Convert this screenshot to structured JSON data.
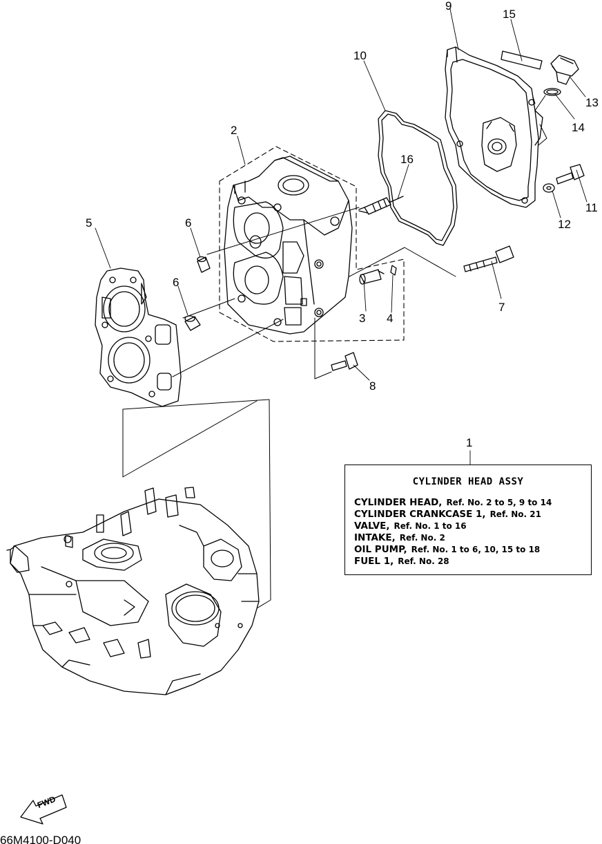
{
  "callouts": [
    "1",
    "2",
    "3",
    "4",
    "5",
    "6",
    "6",
    "7",
    "8",
    "9",
    "10",
    "11",
    "12",
    "13",
    "14",
    "15",
    "16"
  ],
  "legend": {
    "title": "CYLINDER HEAD ASSY",
    "rows": [
      {
        "bold": "CYLINDER HEAD,",
        "rest": "Ref. No. 2 to 5, 9 to 14"
      },
      {
        "bold": "CYLINDER CRANKCASE 1,",
        "rest": "Ref. No. 21"
      },
      {
        "bold": "VALVE,",
        "rest": "Ref. No. 1 to 16"
      },
      {
        "bold": "INTAKE,",
        "rest": "Ref. No. 2"
      },
      {
        "bold": "OIL PUMP,",
        "rest": "Ref. No. 1 to 6, 10, 15 to 18"
      },
      {
        "bold": "FUEL 1,",
        "rest": "Ref. No. 28"
      }
    ]
  },
  "fwd_label": "FWD",
  "drawing_code": "66M4100-D040"
}
